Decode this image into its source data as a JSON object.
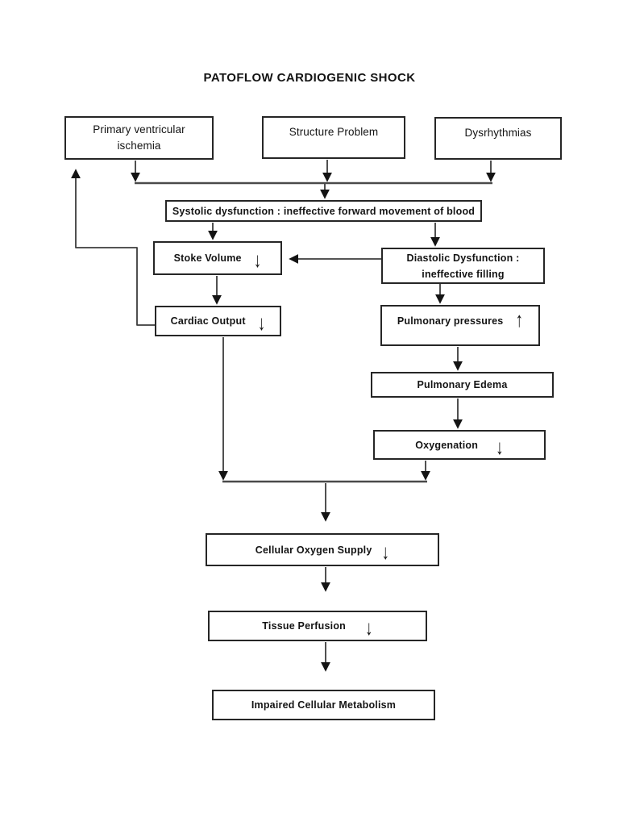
{
  "page": {
    "title": "PATOFLOW CARDIOGENIC SHOCK",
    "background": "#ffffff",
    "line_color": "#3d3d3d",
    "arrow_color": "#141414",
    "box_border_color": "#262626"
  },
  "nodes": {
    "primary_ischemia": {
      "line1": "Primary ventricular",
      "line2": "ischemia"
    },
    "structure_problem": {
      "label": "Structure Problem"
    },
    "dysrhythmias": {
      "label": "Dysrhythmias"
    },
    "systolic_dysfunction": {
      "label": "Systolic dysfunction : ineffective forward movement of blood"
    },
    "stroke_volume": {
      "label": "Stoke Volume",
      "arrow_glyph": "↓",
      "arrow_direction": "down"
    },
    "cardiac_output": {
      "label": "Cardiac Output",
      "arrow_glyph": "↓",
      "arrow_direction": "down"
    },
    "diastolic_dysfunction": {
      "line1": "Diastolic Dysfunction :",
      "line2": "ineffective filling"
    },
    "pulmonary_pressures": {
      "label": "Pulmonary pressures",
      "arrow_glyph": "↑",
      "arrow_direction": "up"
    },
    "pulmonary_edema": {
      "label": "Pulmonary Edema"
    },
    "oxygenation": {
      "label": "Oxygenation",
      "arrow_glyph": "↓",
      "arrow_direction": "down"
    },
    "cellular_oxygen_supply": {
      "label": "Cellular Oxygen Supply",
      "arrow_glyph": "↓",
      "arrow_direction": "down"
    },
    "tissue_perfusion": {
      "label": "Tissue Perfusion",
      "arrow_glyph": "↓",
      "arrow_direction": "down"
    },
    "impaired_cellular_metabolism": {
      "label": "Impaired Cellular Metabolism"
    }
  }
}
